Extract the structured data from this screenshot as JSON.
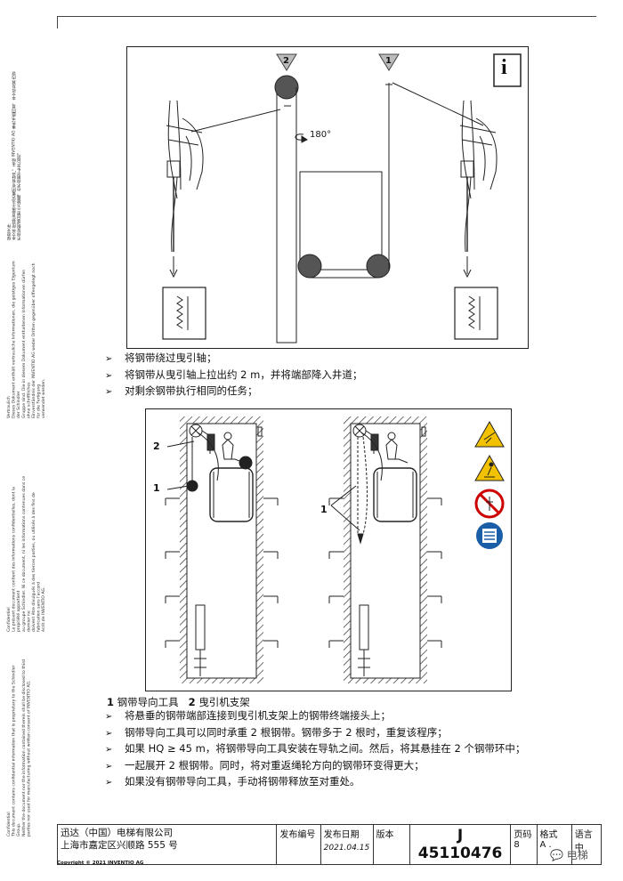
{
  "side_legal": {
    "block1": "保密文件\n本文件所载信息属于迅达集团专有财产。未经 INVENTIO AG 事先书面同意，本文件及其内容\n不得复制或向第三方披露，也不得用于生产目的。",
    "block2": "Vertraulich\nDieses Dokument enthält vertrauliche Informationen, die geistiges Eigentum der Schindler\nGruppe sind. Die in diesem Dokument enthaltenen Informationen dürfen ohne schriftliches\nEinverständnis der INVENTIO AG weder Dritten gegenüber offengelegt noch für die Fertigung\nverwendet werden.",
    "block3": "Confidentiel\nLe présent document contient des informations confidentielles, dont la propriété appartient\nau groupe Schindler. Ni ce document, ni les informations contenues dans ce dernier ne\ndoivent être divulgués à des tierces parties, ou utilisés à des fins de fabrication sans l'accord\nécrit de INVENTIO AG.",
    "block4": "Confidential\nThis document contains confidential information that is proprietary to the Schindler Group.\nNeither the document nor the information contained therein shall be disclosed to third\nparties nor used for manufacturing without written consent of INVENTIO AG."
  },
  "figure1": {
    "callout_2": "2",
    "callout_1": "1",
    "rotation_label": "180°",
    "info_icon": "i"
  },
  "bullets1": [
    "将钢带绕过曳引轴；",
    "将钢带从曳引轴上拉出约  2 m，并将端部降入井道；",
    "对剩余钢带执行相同的任务；"
  ],
  "figure2": {
    "label_2": "2",
    "label_1": "1",
    "label_1b": "1"
  },
  "legend": {
    "n1": "1",
    "t1": "钢带导向工具",
    "n2": "2",
    "t2": "曳引机支架"
  },
  "bullets2": [
    "将悬垂的钢带端部连接到曳引机支架上的钢带终端接头上；",
    "钢带导向工具可以同时承重  2 根钢带。钢带多于  2 根时，重复该程序；",
    "如果  HQ ≥ 45 m，将钢带导向工具安装在导轨之间。然后，将其悬挂在  2 个钢带环中；",
    "一起展开  2 根钢带。同时，将对重返绳轮方向的钢带环变得更大；",
    "如果没有钢带导向工具，手动将钢带释放至对重处。"
  ],
  "title_block": {
    "company_line1": "迅达（中国）电梯有限公司",
    "company_line2": "上海市嘉定区兴顺路 555 号",
    "doc_no_label": "发布编号",
    "date_label": "发布日期",
    "date_value": "2021.04.15",
    "version_label": "版本",
    "doc_number": "J 45110476",
    "page_label": "页码",
    "page_value": "8",
    "format_label": "格式",
    "format_value": "A .",
    "lang_label": "语言",
    "lang_value": "中"
  },
  "copyright": "Copyright © 2021 INVENTIO AG",
  "watermark": "电梯"
}
